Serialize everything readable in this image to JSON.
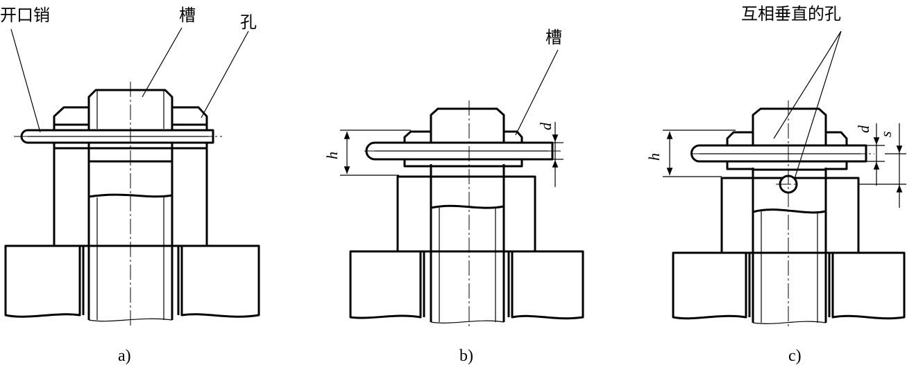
{
  "labels": {
    "a_cotter_pin": "开口销",
    "a_slot": "槽",
    "a_hole": "孔",
    "b_slot": "槽",
    "c_perpendicular_holes": "互相垂直的孔",
    "dim_h": "h",
    "dim_d": "d",
    "dim_s": "s"
  },
  "captions": [
    "a)",
    "b)",
    "c)"
  ]
}
